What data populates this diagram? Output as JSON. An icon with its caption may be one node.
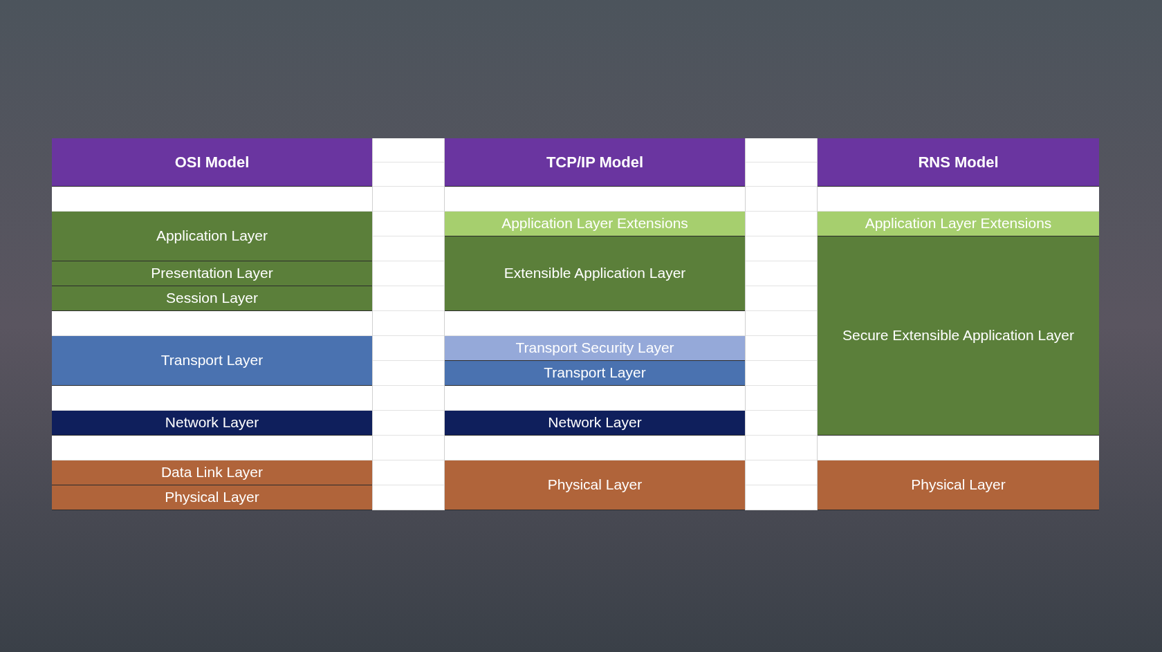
{
  "diagram": {
    "nodes": [
      {
        "text": [
          "OSI Model"
        ]
      },
      {
        "text": [
          "Application Layer"
        ]
      },
      {
        "text": [
          "Presentation Layer"
        ]
      },
      {
        "text": [
          "Session Layer"
        ]
      },
      {
        "text": [
          "Transport Layer"
        ]
      },
      {
        "text": [
          "Network Layer"
        ]
      },
      {
        "text": [
          "Data Link Layer"
        ]
      },
      {
        "text": [
          "Physical Layer"
        ]
      },
      {
        "text": [
          "TCP/IP Model"
        ]
      },
      {
        "text": [
          "Application Layer Extensions"
        ]
      },
      {
        "text": [
          "Extensible Application Layer"
        ]
      },
      {
        "text": [
          "Transport Security Layer"
        ]
      },
      {
        "text": [
          "Transport Layer"
        ]
      },
      {
        "text": [
          "Network Layer"
        ]
      },
      {
        "text": [
          "Physical Layer"
        ]
      },
      {
        "text": [
          "RNS Model"
        ]
      },
      {
        "text": [
          "Application Layer Extensions"
        ]
      },
      {
        "text": [
          "Secure Extensible Application Layer"
        ]
      },
      {
        "text": [
          "Physical Layer"
        ]
      }
    ],
    "edges": []
  }
}
